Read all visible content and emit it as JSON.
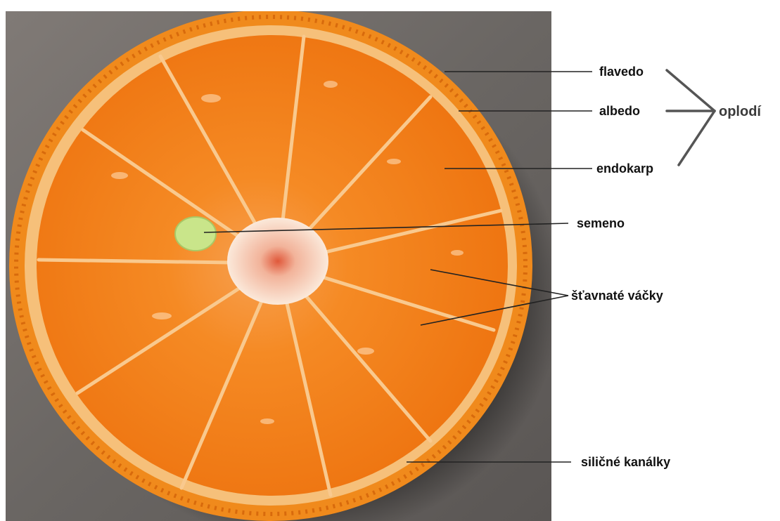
{
  "figure": {
    "labels": {
      "flavedo": "flavedo",
      "albedo": "albedo",
      "endokarp": "endokarp",
      "oplodi": "oplodí",
      "semeno": "semeno",
      "stavnate_vacky": "šťavnaté váčky",
      "silicne_kanalky": "siličné kanálky"
    },
    "colors": {
      "background": "#6f6b68",
      "peel": "#f08a1c",
      "albedo": "#f6c07a",
      "segment": "#f37d12",
      "seed": "#c9e58a",
      "core": "#f5e2cd",
      "leader": "#222222",
      "bracket": "#555555"
    },
    "photo_description_icon": "orange-cross-section-photo"
  }
}
